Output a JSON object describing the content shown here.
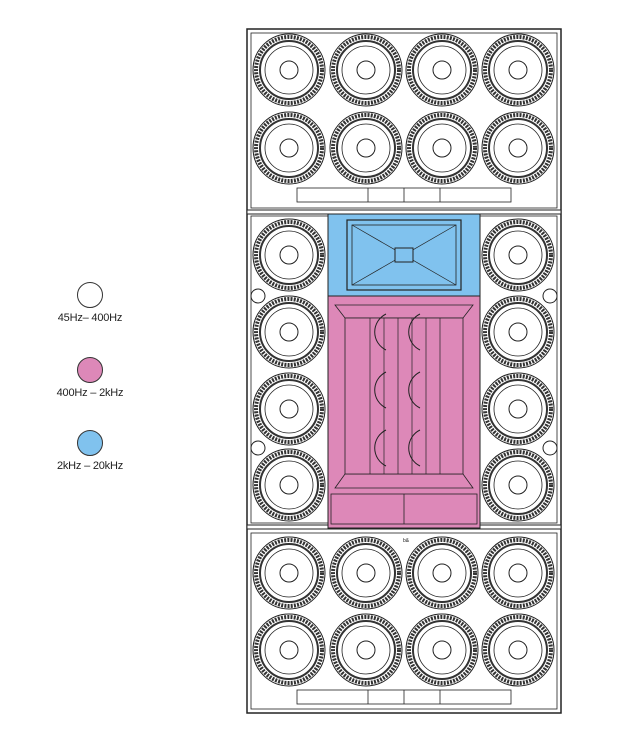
{
  "legend": [
    {
      "label": "45Hz– 400Hz",
      "color": "#ffffff",
      "key": "low"
    },
    {
      "label": "400Hz – 2kHz",
      "color": "#dd88b8",
      "key": "mid"
    },
    {
      "label": "2kHz – 20kHz",
      "color": "#80c2ee",
      "key": "high"
    }
  ],
  "colors": {
    "cabinet_fill": "#ffffff",
    "outline": "#222222",
    "woofer_ring": "#333333",
    "mid_horn": "#dd88b8",
    "hf_horn": "#80c2ee"
  },
  "logo_text": "b&"
}
